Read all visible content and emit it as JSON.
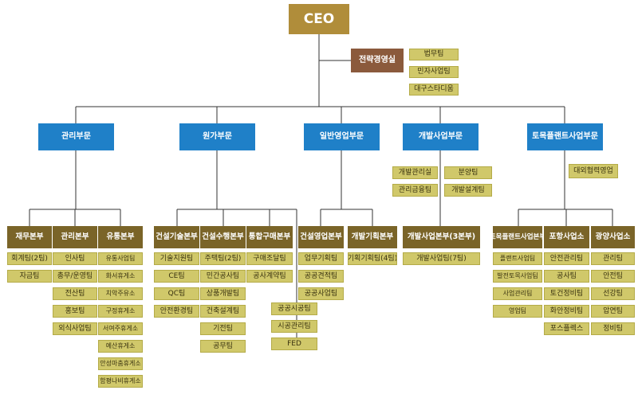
{
  "ceo": "CEO",
  "strategy_office": "전략경영실",
  "strategy_teams": [
    "법무팀",
    "민자사업팀",
    "대구스타디움"
  ],
  "divisions": {
    "admin": "관리부문",
    "cost": "원가부문",
    "sales": "일반영업부문",
    "development": "개발사업부문",
    "civil": "토목플랜트사업부문"
  },
  "admin_division": {
    "finance": {
      "title": "재무본부",
      "teams": [
        "회계팀(2팀)",
        "자금팀"
      ]
    },
    "management": {
      "title": "관리본부",
      "teams": [
        "인사팀",
        "총무/운영팀",
        "전산팀",
        "홍보팀",
        "외식사업팀"
      ]
    },
    "distribution": {
      "title": "유통본부",
      "teams": [
        "유통사업팀",
        "화서휴게소",
        "치악주유소",
        "구정휴게소",
        "서여주휴게소",
        "예산휴게소",
        "안성마춤휴게소",
        "함평나비휴게소"
      ]
    }
  },
  "cost_division": {
    "tech": {
      "title": "건설기술본부",
      "teams": [
        "기술지원팀",
        "CE팀",
        "QC팀",
        "안전환경팀"
      ]
    },
    "construction": {
      "title": "건설수행본부",
      "teams": [
        "주택팀(2팀)",
        "민간공사팀",
        "상품개발팀",
        "건축설계팀",
        "기전팀",
        "공무팀"
      ]
    },
    "procurement": {
      "title": "통합구매본부",
      "teams": [
        "구매조달팀",
        "공사계약팀"
      ]
    },
    "direct_teams": [
      "공공시공팀",
      "시공관리팀",
      "FED"
    ]
  },
  "sales_division": {
    "sales_hq": {
      "title": "건설영업본부",
      "teams": [
        "업무기획팀",
        "공공견적팀",
        "공공사업팀"
      ]
    },
    "planning_hq": {
      "title": "개발기획본부",
      "teams": [
        "기획기획팀(4팀)"
      ]
    }
  },
  "development_division": {
    "direct_teams": [
      "개발관리실",
      "분양팀",
      "관리금융팀",
      "개발설계팀"
    ],
    "dev_hq": {
      "title": "개발사업본부(3본부)",
      "teams": [
        "개발사업팀(7팀)"
      ]
    }
  },
  "civil_division": {
    "direct_team": "대외협력영업",
    "civil_hq": {
      "title": "토목플랜트사업본부",
      "teams": [
        "플랜트사업팀",
        "발전토목사업팀",
        "사업관리팀",
        "영업팀"
      ]
    },
    "pohang": {
      "title": "포항사업소",
      "teams": [
        "안전관리팀",
        "공사팀",
        "토건정비팀",
        "화안정비팀",
        "포스플렉스"
      ]
    },
    "gwangyang": {
      "title": "광양사업소",
      "teams": [
        "관리팀",
        "안전팀",
        "선강팀",
        "압연팀",
        "정비팀"
      ]
    }
  }
}
